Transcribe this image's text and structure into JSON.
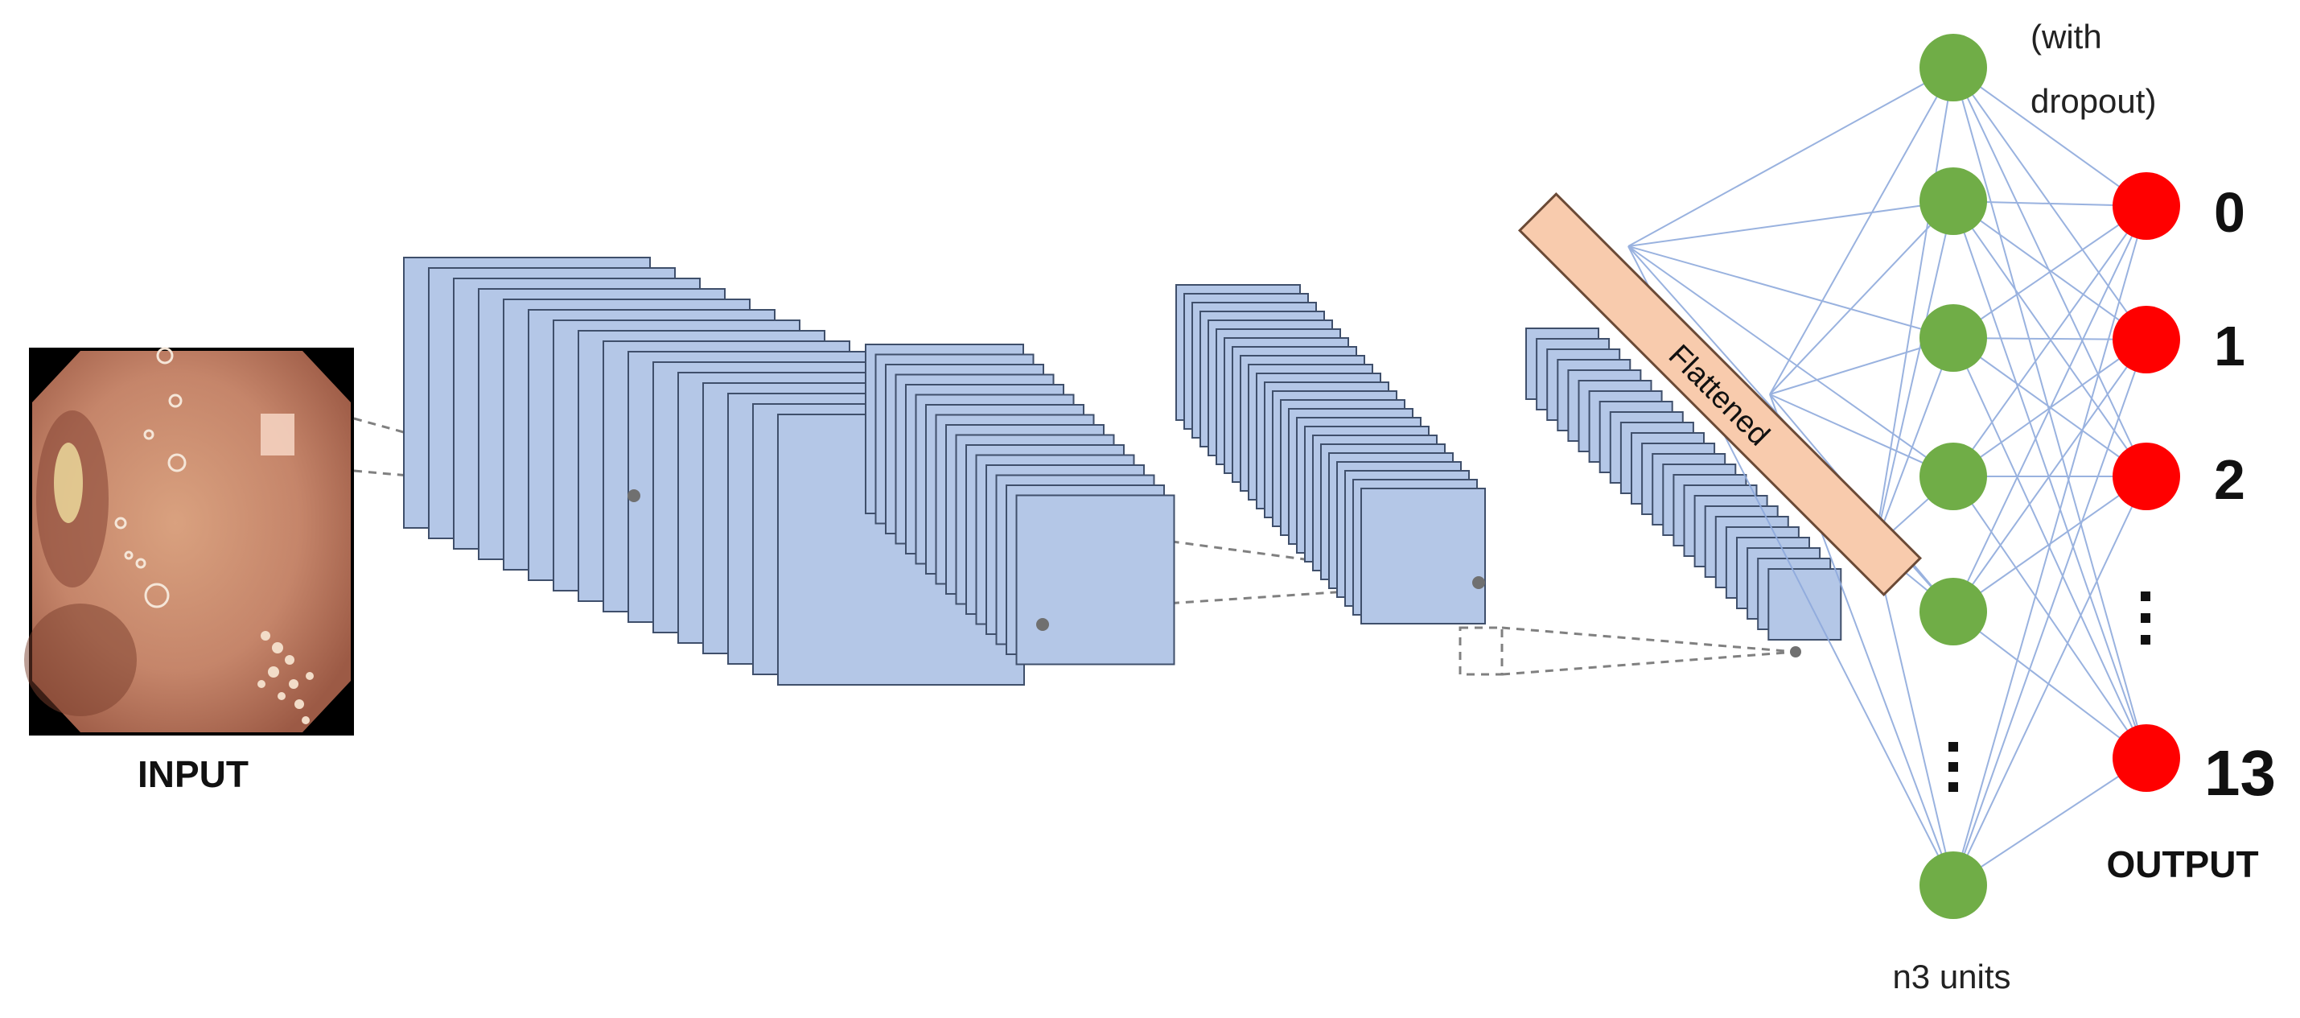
{
  "input": {
    "label": "INPUT"
  },
  "flatten": {
    "label": "Flattened"
  },
  "hidden": {
    "note": "(with\ndropout)",
    "units_label": "n3 units"
  },
  "output": {
    "label": "OUTPUT",
    "classes": [
      "0",
      "1",
      "2",
      "13"
    ]
  },
  "colors": {
    "feature_map_fill": "#b4c7e7",
    "feature_map_stroke": "#3f4f6b",
    "flatten_fill": "#f8cbad",
    "flatten_stroke": "#6b4a36",
    "hidden_node": "#70ad47",
    "output_node": "#ff0000",
    "connection": "#8faadc",
    "dashed": "#808080",
    "tissue": "#c98a6a",
    "image_border": "#000000"
  }
}
